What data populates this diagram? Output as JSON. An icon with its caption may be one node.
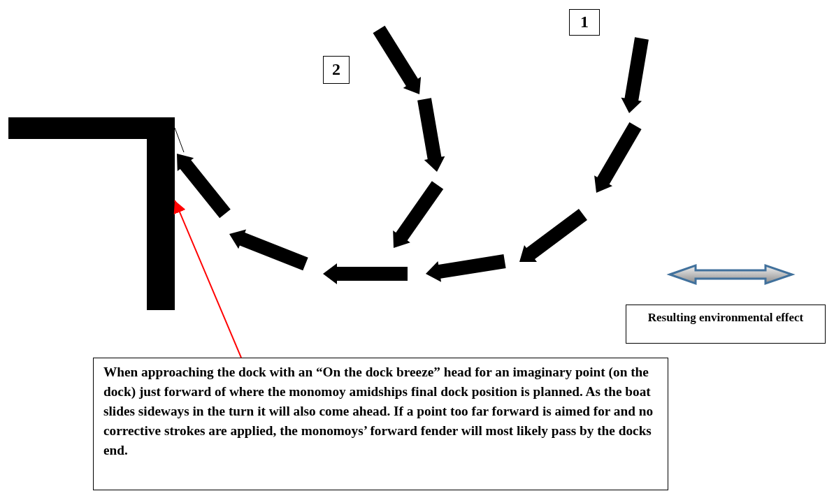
{
  "diagram": {
    "nodes": [
      {
        "text": [
          "1"
        ]
      },
      {
        "text": [
          "2"
        ]
      },
      {
        "text": [
          "Resulting environmental effect"
        ]
      },
      {
        "text": [
          "When approaching the dock with an “On the dock breeze” head for an imaginary point (on the dock) just forward of where the monomoy amidships final dock position is planned. As the boat slides sideways in the turn it will also come ahead. If a point too far forward is aimed for and no corrective strokes are applied, the monomoys’ forward fender will most likely pass by the docks end."
        ]
      },
      {
        "text": [],
        "shape": "box"
      }
    ],
    "edges": [
      {
        "from": 3,
        "to": 4,
        "arrow": "to",
        "color": "#ff0000"
      }
    ]
  }
}
